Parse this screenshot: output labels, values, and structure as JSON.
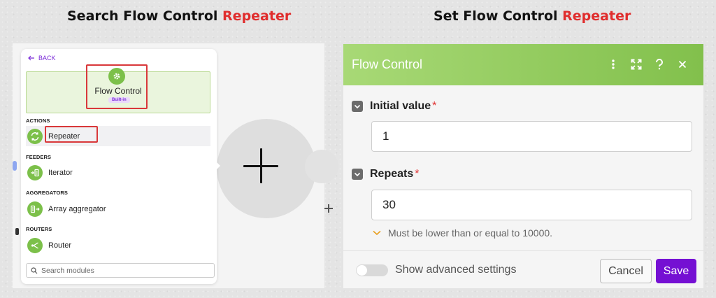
{
  "headings": {
    "left_prefix": "Search Flow Control",
    "left_accent": "Repeater",
    "right_prefix": "Set Flow Control",
    "right_accent": "Repeater"
  },
  "colors": {
    "accent_red": "#e02d2d",
    "app_green": "#7cc04a",
    "brand_purple": "#7510d3"
  },
  "module_panel": {
    "back_label": "BACK",
    "app_name": "Flow Control",
    "app_badge": "Built-in",
    "search_placeholder": "Search modules",
    "sections": [
      {
        "label": "ACTIONS",
        "module": "Repeater",
        "icon": "repeat-icon"
      },
      {
        "label": "FEEDERS",
        "module": "Iterator",
        "icon": "iterator-icon"
      },
      {
        "label": "AGGREGATORS",
        "module": "Array aggregator",
        "icon": "aggregator-icon"
      },
      {
        "label": "ROUTERS",
        "module": "Router",
        "icon": "router-icon"
      }
    ]
  },
  "dialog": {
    "title": "Flow Control",
    "fields": [
      {
        "label": "Initial value",
        "required_mark": "*",
        "value": "1"
      },
      {
        "label": "Repeats",
        "required_mark": "*",
        "value": "30"
      }
    ],
    "hint": "Must be lower than or equal to 10000.",
    "advanced_label": "Show advanced settings",
    "advanced_enabled": false,
    "cancel_label": "Cancel",
    "save_label": "Save"
  }
}
